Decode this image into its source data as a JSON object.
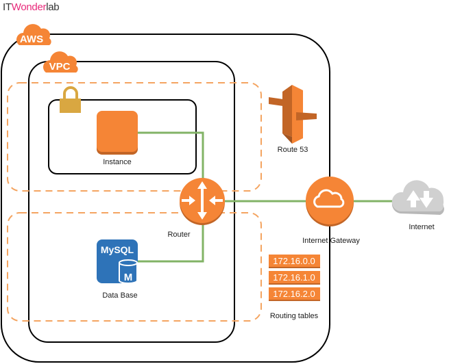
{
  "brand": {
    "part1": "IT",
    "part2": "Wonder",
    "part3": "lab"
  },
  "colors": {
    "orange": "#f58536",
    "orange_dark": "#c26526",
    "dashed": "#f4a460",
    "link": "#82b366",
    "lock": "#d9a741",
    "mysql": "#2e73b8",
    "internet": "#d0d0d0"
  },
  "containers": {
    "aws": {
      "label": "AWS"
    },
    "vpc": {
      "label": "VPC"
    }
  },
  "nodes": {
    "instance": {
      "label": "Instance",
      "icon": "ec2-instance-icon"
    },
    "router": {
      "label": "Router",
      "icon": "router-icon"
    },
    "database": {
      "label": "Data Base",
      "icon": "mysql-icon",
      "badge": "MySQL",
      "glyph": "M"
    },
    "route53": {
      "label": "Route 53",
      "icon": "route53-icon"
    },
    "gateway": {
      "label": "Internet Gateway",
      "icon": "internet-gateway-icon"
    },
    "internet": {
      "label": "Internet",
      "icon": "internet-cloud-icon"
    }
  },
  "routing_tables": {
    "label": "Routing tables",
    "entries": [
      "172.16.0.0",
      "172.16.1.0",
      "172.16.2.0"
    ]
  }
}
